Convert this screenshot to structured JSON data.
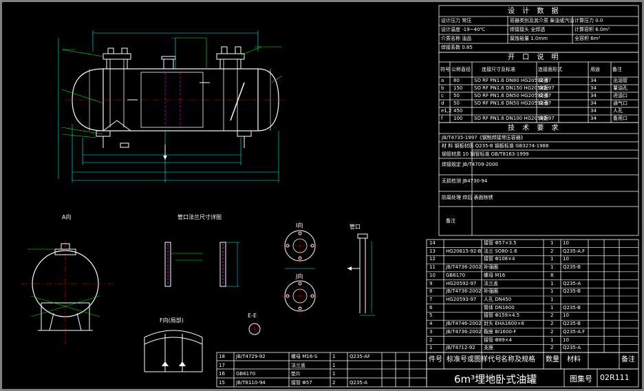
{
  "drawing": {
    "title": "6m³埋地卧式油罐",
    "drawing_no_label": "图集号",
    "drawing_no": "02R111"
  },
  "design_data": {
    "header": "设 计 数 据",
    "rows": [
      [
        "设计压力 常压",
        "容器类别及其介质 柴油或汽油",
        "计算压力 0.0"
      ],
      [
        "设计温度 -19~40℃",
        "焊接接头 全焊透",
        "计算容积 6.0m³"
      ],
      [
        "介质名称 油品",
        "腐蚀裕量 1.0mm",
        "全容积 6m³"
      ],
      [
        "焊接系数 0.85",
        "",
        ""
      ]
    ]
  },
  "nozzle_table": {
    "header": "开 口 说 明",
    "columns": [
      "符号",
      "公称直径",
      "连接尺寸及标准",
      "连接面形式",
      "用途",
      "备注"
    ],
    "rows": [
      [
        "a",
        "80",
        "SO RF PN1.6 DN80 HG20592-97",
        "突面",
        "34",
        "出油管"
      ],
      [
        "b",
        "150",
        "SO RF PN1.6 DN150 HG20592-97",
        "突面",
        "34",
        "量油孔"
      ],
      [
        "c",
        "50",
        "SO RF PN1.6 DN50 HG20592-97",
        "突面",
        "34",
        "进油口"
      ],
      [
        "d",
        "50",
        "SO RF PN1.6 DN50 HG20592-97",
        "突面",
        "34",
        "通气口"
      ],
      [
        "e1,2",
        "450",
        "",
        "",
        "34",
        "人孔"
      ],
      [
        "f",
        "100",
        "SO RF PN1.6 DN100 HG20592-97",
        "突面",
        "34",
        "备用口"
      ]
    ]
  },
  "tech_req": {
    "header": "技 术 要 求",
    "rows": [
      "JB/T4735-1997《钢制焊接常压容器》",
      "材 料  钢板材质 Q235-B   钢板标准 GB3274-1988",
      "钢管材质 10   钢管标准 GB/T8163-1999",
      "焊接规定 JB/T4709-2000",
      "无损检测 JB4730-94",
      "防腐处理 焊后 表面除锈",
      "备注"
    ]
  },
  "bom": {
    "columns": [
      "件号",
      "标准号或图样代号",
      "名称及规格",
      "数量",
      "材料",
      "备注"
    ],
    "rows": [
      [
        "14",
        "",
        "接管 Φ57×3.5",
        "1",
        "10",
        ""
      ],
      [
        "13",
        "HG20615-92-B",
        "法兰 SO80-1.6",
        "2",
        "Q235-A.F",
        ""
      ],
      [
        "12",
        "",
        "接管 Φ108×4",
        "1",
        "10",
        ""
      ],
      [
        "11",
        "JB/T4736-2002",
        "补强圈",
        "1",
        "Q235-B",
        ""
      ],
      [
        "10",
        "GB6170",
        "螺母 M16",
        "8",
        "",
        ""
      ],
      [
        "9",
        "HG20592-97",
        "法兰盖",
        "1",
        "Q235-A",
        ""
      ],
      [
        "8",
        "JB/T4736-2002",
        "补强圈",
        "1",
        "Q235-B",
        ""
      ],
      [
        "7",
        "HG20593-97",
        "人孔 DN450",
        "1",
        "",
        ""
      ],
      [
        "6",
        "",
        "筒体 DN1600",
        "1",
        "Q235-B",
        ""
      ],
      [
        "5",
        "",
        "接管 Φ159×4.5",
        "2",
        "10",
        ""
      ],
      [
        "4",
        "JB/T4746-2002",
        "封头 EHA1600×6",
        "2",
        "Q235-B",
        ""
      ],
      [
        "3",
        "JB/T4736-2002",
        "鞍座 BI1600-F",
        "2",
        "Q235-A.F",
        ""
      ],
      [
        "2",
        "",
        "接管 Φ89×4",
        "1",
        "10",
        ""
      ],
      [
        "1",
        "JB/T4712-92",
        "支座",
        "2",
        "Q235-A",
        ""
      ]
    ],
    "bottom_rows": [
      [
        "18",
        "JB/T4729-92",
        "螺母 M16-S",
        "1",
        "Q235-AF",
        ""
      ],
      [
        "17",
        "",
        "法兰盖",
        "1",
        "",
        ""
      ],
      [
        "16",
        "GB6170",
        "垫片",
        "1",
        "",
        ""
      ],
      [
        "15",
        "JB/T8110-94",
        "接管 Φ57",
        "2",
        "Q235-A",
        ""
      ]
    ]
  },
  "views": {
    "a_view": "A向",
    "flange_view": "管口法兰尺寸详图",
    "e_view": "E-E",
    "f_view": "F向(局部)",
    "i_view": "I向",
    "j_view": "J向",
    "pipe_view": "管口"
  },
  "colors": {
    "line": "#ffffff",
    "shell": "#ffffff",
    "dim": "#00ffff",
    "hidden": "#ff00ff",
    "leader": "#00ff00",
    "center": "#ff0000"
  }
}
